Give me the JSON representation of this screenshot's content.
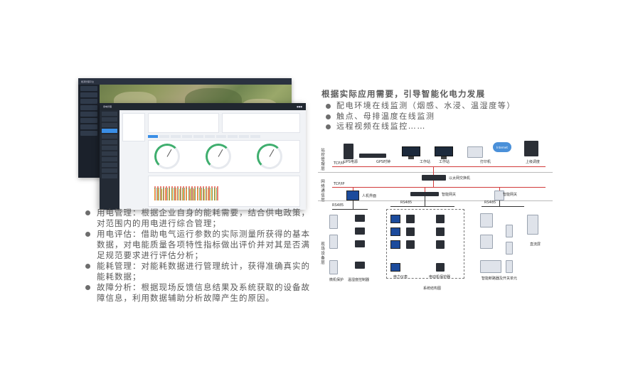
{
  "app_screens": {
    "back_title": "能源管理平台",
    "front_title": "用电管理"
  },
  "left_bullets": [
    {
      "text": "用电管理：根据企业自身的能耗需要，结合供电政策，对范围内的用电进行综合管理；"
    },
    {
      "text": "用电评估：借助电气运行参数的实际测量所获得的基本数据，对电能质量各项特性指标做出评价并对其是否满足规范要求进行评估分析；"
    },
    {
      "text": "能耗管理：对能耗数据进行管理统计，获得准确真实的能耗数据；"
    },
    {
      "text": "故障分析：根据现场反馈信息结果及系统获取的设备故障信息，利用数据辅助分析故障产生的原因。"
    }
  ],
  "right_heading": "根据实际应用需要，引导智能化电力发展",
  "right_bullets": [
    {
      "text": "配电环境在线监测（烟感、水浸、温湿度等）"
    },
    {
      "text": "触点、母排温度在线监测"
    },
    {
      "text": "远程视频在线监控……"
    }
  ],
  "diagram": {
    "layers": {
      "station": "站控管理层",
      "network": "网络通信层",
      "field": "现场设备层"
    },
    "protocols": {
      "tcp1": "TCP/IP",
      "tcp2": "TCP/IP",
      "rs485_a": "RS485",
      "rs485_b": "RS485",
      "rs485_c": "RS485"
    },
    "devices": {
      "ups": "UPS电源",
      "gps": "GPS时钟",
      "ws1": "工作站",
      "ws2": "工作站",
      "printer": "打印机",
      "internet": "Internet",
      "upper": "上级调度",
      "switch": "以太网交换机",
      "hmi": "人机界面",
      "gateway1": "智能网关",
      "gateway2": "智能网关",
      "relay": "微机保护",
      "temp_humid": "温湿度控制器",
      "meter": "电力仪表",
      "motor": "电动机保护器",
      "breaker": "智能断路器及开关单元",
      "dc": "直流屏",
      "caption": "系统结构图"
    }
  }
}
